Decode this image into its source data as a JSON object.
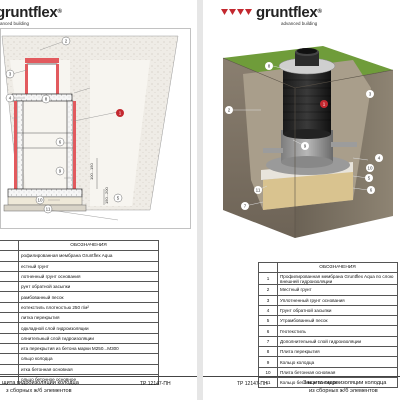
{
  "brand": {
    "name": "gruntflex",
    "registered": "®",
    "tagline_left": "anced building",
    "tagline_right": "advanced building",
    "colors": {
      "brand_red": "#c3282f",
      "accent_red": "#d12a2e"
    }
  },
  "left_drawing": {
    "markers": [
      "1",
      "2",
      "3",
      "4",
      "5",
      "6",
      "8",
      "9",
      "10",
      "11"
    ],
    "dims": [
      "100...150",
      "150...200"
    ]
  },
  "right_drawing": {
    "markers": [
      "1",
      "2",
      "3",
      "4",
      "5",
      "6",
      "7",
      "8",
      "9",
      "10",
      "11"
    ]
  },
  "left_table": {
    "header": "ОБОЗНАЧЕНИЯ",
    "rows": [
      "рофилированная мембрана Gruntflex Aqua",
      "естный грунт",
      "лотненный грунт основания",
      "рунт обратной засыпки",
      "рамбованный песок",
      "еотекстиль плотностью 250 г/м²",
      "литка перекрытия",
      "одкладной слой гидроизоляции",
      "олнительный слой гидроизоляции",
      "ита перекрытия из бетона марки М250...М300",
      "ольцо колодца",
      "итка бетонная основная",
      "ольцо бетонное основное"
    ]
  },
  "right_table": {
    "header": "ОБОЗНАЧЕНИЯ",
    "rows": [
      {
        "n": "1",
        "t": "Профилированная мембрана Gruntflex Aqua по слою внешней гидроизоляции"
      },
      {
        "n": "2",
        "t": "Местный грунт"
      },
      {
        "n": "3",
        "t": "Уплотненный грунт основания"
      },
      {
        "n": "4",
        "t": "Грунт обратной засыпки"
      },
      {
        "n": "5",
        "t": "Утрамбованный песок"
      },
      {
        "n": "6",
        "t": "Геотекстиль"
      },
      {
        "n": "7",
        "t": "Дополнительный слой гидроизоляции"
      },
      {
        "n": "8",
        "t": "Плита перекрытия"
      },
      {
        "n": "9",
        "t": "Кольцо колодца"
      },
      {
        "n": "10",
        "t": "Плита бетонная основная"
      },
      {
        "n": "11",
        "t": "Кольцо бетонное основное"
      }
    ]
  },
  "left_stamp": {
    "title_line1": "щита гидроизоляции колодца",
    "title_line2": "з сборных ж/б элементов",
    "code": "ТР 12147-ПН"
  },
  "right_stamp": {
    "code": "ТР 12147-ПН",
    "title_line1": "Защита гидроизоляции колодца",
    "title_line2": "из сборных ж/б элементов"
  }
}
